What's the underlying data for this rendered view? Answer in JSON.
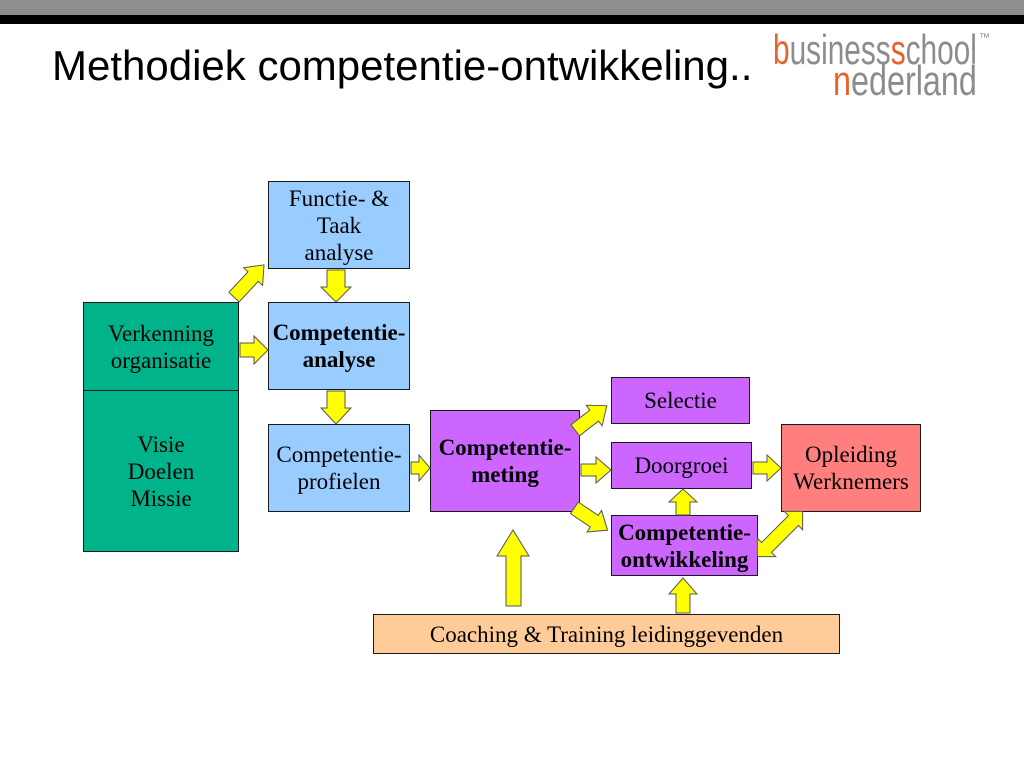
{
  "header": {
    "title": "Methodiek competentie-ontwikkeling.."
  },
  "logo": {
    "business_b": "b",
    "business_rest": "usiness",
    "school_s": "s",
    "school_rest": "chool",
    "trademark": "™",
    "nederland_n": "n",
    "nederland_rest": "ederland"
  },
  "colors": {
    "blue": "#99CCFF",
    "green": "#00B38A",
    "purple": "#CC66FF",
    "salmon": "#FF7F7F",
    "peach": "#FFCC99",
    "arrow": "#FFFF00",
    "logo_accent": "#E8622A",
    "logo_gray": "#8C8C8C"
  },
  "diagram": {
    "functie_taak_analyse": [
      "Functie- &",
      "Taak",
      "analyse"
    ],
    "verkenning_organisatie": [
      "Verkenning",
      "organisatie"
    ],
    "visie_doelen_missie": [
      "Visie",
      "Doelen",
      "Missie"
    ],
    "competentie_analyse": [
      "Competentie-",
      "analyse"
    ],
    "competentie_profielen": [
      "Competentie-",
      "profielen"
    ],
    "competentie_meting": [
      "Competentie-",
      "meting"
    ],
    "selectie": [
      "Selectie"
    ],
    "doorgroei": [
      "Doorgroei"
    ],
    "competentie_ontwikkeling": [
      "Competentie-",
      "ontwikkeling"
    ],
    "opleiding_werknemers": [
      "Opleiding",
      "Werknemers"
    ],
    "coaching_training": [
      "Coaching & Training leidinggevenden"
    ]
  }
}
